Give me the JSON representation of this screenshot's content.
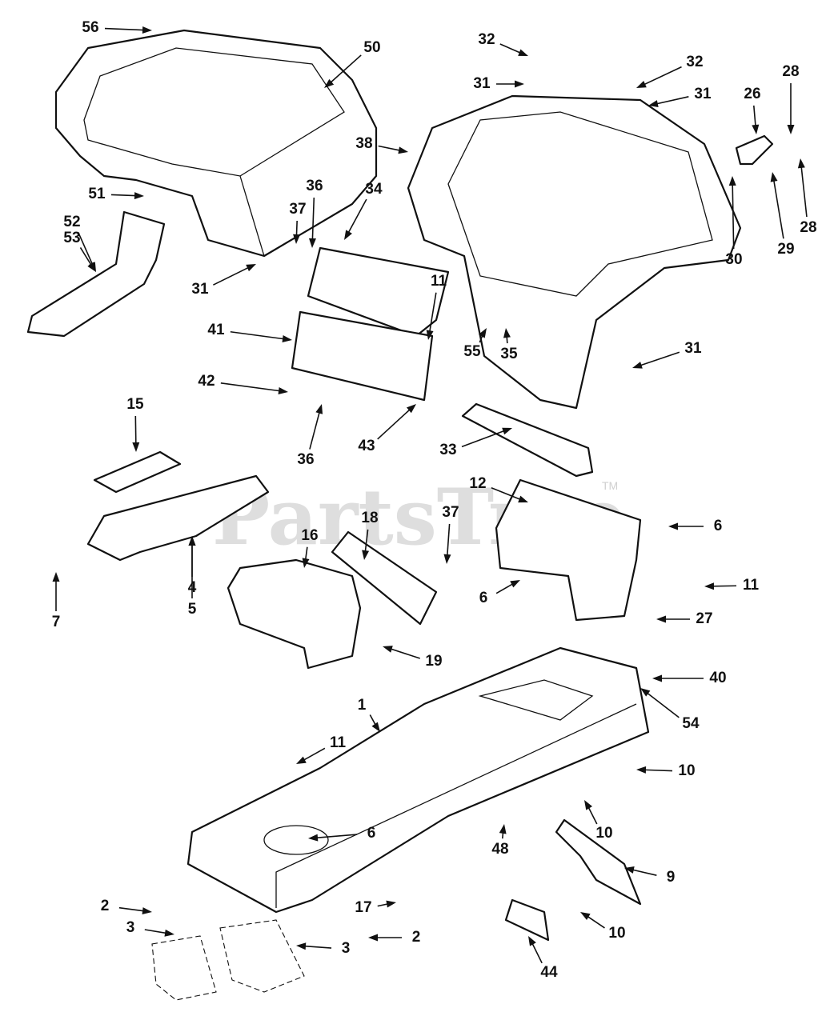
{
  "watermark": {
    "text": "PartsTree",
    "trademark": "TM"
  },
  "callouts": [
    "56",
    "50",
    "32",
    "32",
    "31",
    "31",
    "28",
    "26",
    "28",
    "29",
    "30",
    "38",
    "36",
    "34",
    "37",
    "51",
    "52",
    "53",
    "31",
    "11",
    "55",
    "35",
    "31",
    "41",
    "42",
    "36",
    "43",
    "15",
    "33",
    "12",
    "18",
    "16",
    "37",
    "6",
    "6",
    "11",
    "7",
    "4",
    "5",
    "19",
    "27",
    "40",
    "54",
    "1",
    "11",
    "10",
    "6",
    "10",
    "48",
    "9",
    "2",
    "3",
    "17",
    "2",
    "3",
    "10",
    "44"
  ]
}
